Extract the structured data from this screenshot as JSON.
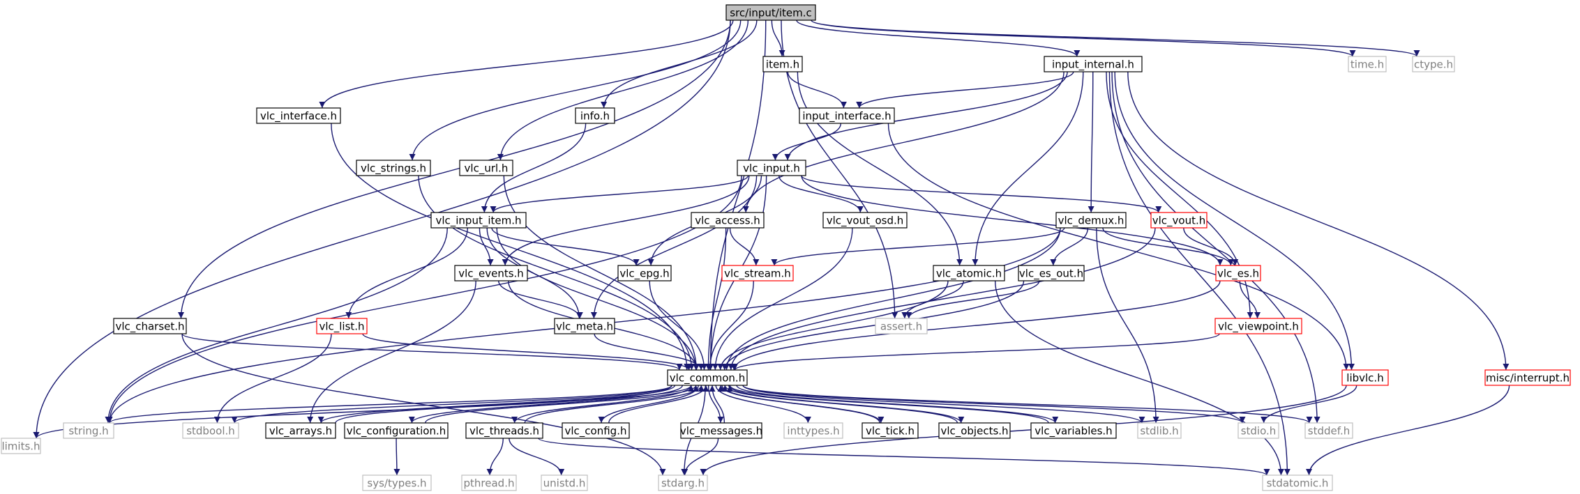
{
  "graph": {
    "nodes": [
      {
        "id": "item_c",
        "label": "src/input/item.c",
        "style": "root"
      },
      {
        "id": "limits_h",
        "label": "limits.h",
        "style": "system"
      },
      {
        "id": "vlc_charset_h",
        "label": "vlc_charset.h",
        "style": "normal"
      },
      {
        "id": "vlc_interface_h",
        "label": "vlc_interface.h",
        "style": "normal"
      },
      {
        "id": "vlc_strings_h",
        "label": "vlc_strings.h",
        "style": "normal"
      },
      {
        "id": "vlc_url_h",
        "label": "vlc_url.h",
        "style": "normal"
      },
      {
        "id": "info_h",
        "label": "info.h",
        "style": "normal"
      },
      {
        "id": "item_h",
        "label": "item.h",
        "style": "normal"
      },
      {
        "id": "input_internal_h",
        "label": "input_internal.h",
        "style": "normal"
      },
      {
        "id": "time_h",
        "label": "time.h",
        "style": "system"
      },
      {
        "id": "ctype_h",
        "label": "ctype.h",
        "style": "system"
      },
      {
        "id": "input_interface_h",
        "label": "input_interface.h",
        "style": "normal"
      },
      {
        "id": "vlc_input_h",
        "label": "vlc_input.h",
        "style": "normal"
      },
      {
        "id": "vlc_input_item_h",
        "label": "vlc_input_item.h",
        "style": "normal"
      },
      {
        "id": "vlc_access_h",
        "label": "vlc_access.h",
        "style": "normal"
      },
      {
        "id": "vlc_vout_osd_h",
        "label": "vlc_vout_osd.h",
        "style": "normal"
      },
      {
        "id": "vlc_demux_h",
        "label": "vlc_demux.h",
        "style": "normal"
      },
      {
        "id": "vlc_vout_h",
        "label": "vlc_vout.h",
        "style": "red"
      },
      {
        "id": "vlc_events_h",
        "label": "vlc_events.h",
        "style": "normal"
      },
      {
        "id": "vlc_epg_h",
        "label": "vlc_epg.h",
        "style": "normal"
      },
      {
        "id": "vlc_stream_h",
        "label": "vlc_stream.h",
        "style": "red"
      },
      {
        "id": "vlc_atomic_h",
        "label": "vlc_atomic.h",
        "style": "normal"
      },
      {
        "id": "vlc_es_out_h",
        "label": "vlc_es_out.h",
        "style": "normal"
      },
      {
        "id": "vlc_es_h",
        "label": "vlc_es.h",
        "style": "red"
      },
      {
        "id": "vlc_list_h",
        "label": "vlc_list.h",
        "style": "red"
      },
      {
        "id": "vlc_meta_h",
        "label": "vlc_meta.h",
        "style": "normal"
      },
      {
        "id": "assert_h",
        "label": "assert.h",
        "style": "system"
      },
      {
        "id": "vlc_viewpoint_h",
        "label": "vlc_viewpoint.h",
        "style": "red"
      },
      {
        "id": "vlc_common_h",
        "label": "vlc_common.h",
        "style": "normal"
      },
      {
        "id": "libvlc_h",
        "label": "libvlc.h",
        "style": "red"
      },
      {
        "id": "misc_interrupt_h",
        "label": "misc/interrupt.h",
        "style": "red"
      },
      {
        "id": "string_h",
        "label": "string.h",
        "style": "system"
      },
      {
        "id": "stdbool_h",
        "label": "stdbool.h",
        "style": "system"
      },
      {
        "id": "vlc_arrays_h",
        "label": "vlc_arrays.h",
        "style": "normal"
      },
      {
        "id": "vlc_configuration_h",
        "label": "vlc_configuration.h",
        "style": "normal"
      },
      {
        "id": "vlc_threads_h",
        "label": "vlc_threads.h",
        "style": "normal"
      },
      {
        "id": "vlc_config_h",
        "label": "vlc_config.h",
        "style": "normal"
      },
      {
        "id": "vlc_messages_h",
        "label": "vlc_messages.h",
        "style": "normal"
      },
      {
        "id": "inttypes_h",
        "label": "inttypes.h",
        "style": "system"
      },
      {
        "id": "vlc_tick_h",
        "label": "vlc_tick.h",
        "style": "normal"
      },
      {
        "id": "vlc_objects_h",
        "label": "vlc_objects.h",
        "style": "normal"
      },
      {
        "id": "vlc_variables_h",
        "label": "vlc_variables.h",
        "style": "normal"
      },
      {
        "id": "stdlib_h",
        "label": "stdlib.h",
        "style": "system"
      },
      {
        "id": "stdio_h",
        "label": "stdio.h",
        "style": "system"
      },
      {
        "id": "stddef_h",
        "label": "stddef.h",
        "style": "system"
      },
      {
        "id": "sys_types_h",
        "label": "sys/types.h",
        "style": "system"
      },
      {
        "id": "pthread_h",
        "label": "pthread.h",
        "style": "system"
      },
      {
        "id": "unistd_h",
        "label": "unistd.h",
        "style": "system"
      },
      {
        "id": "stdarg_h",
        "label": "stdarg.h",
        "style": "system"
      },
      {
        "id": "stdatomic_h",
        "label": "stdatomic.h",
        "style": "system"
      }
    ],
    "edges": [
      [
        "item_c",
        "limits_h"
      ],
      [
        "item_c",
        "vlc_charset_h"
      ],
      [
        "item_c",
        "vlc_interface_h"
      ],
      [
        "item_c",
        "vlc_strings_h"
      ],
      [
        "item_c",
        "vlc_url_h"
      ],
      [
        "item_c",
        "info_h"
      ],
      [
        "item_c",
        "item_h"
      ],
      [
        "item_c",
        "input_internal_h"
      ],
      [
        "item_c",
        "time_h"
      ],
      [
        "item_c",
        "ctype_h"
      ],
      [
        "item_c",
        "assert_h"
      ],
      [
        "item_c",
        "vlc_common_h"
      ],
      [
        "item_h",
        "input_interface_h"
      ],
      [
        "item_h",
        "vlc_atomic_h"
      ],
      [
        "input_internal_h",
        "input_interface_h"
      ],
      [
        "input_internal_h",
        "vlc_input_h"
      ],
      [
        "input_internal_h",
        "vlc_access_h"
      ],
      [
        "input_internal_h",
        "vlc_demux_h"
      ],
      [
        "input_internal_h",
        "vlc_atomic_h"
      ],
      [
        "input_internal_h",
        "vlc_viewpoint_h"
      ],
      [
        "input_internal_h",
        "libvlc_h"
      ],
      [
        "input_internal_h",
        "misc_interrupt_h"
      ],
      [
        "input_internal_h",
        "stddef_h"
      ],
      [
        "input_internal_h",
        "stdatomic_h"
      ],
      [
        "input_interface_h",
        "vlc_input_h"
      ],
      [
        "input_interface_h",
        "libvlc_h"
      ],
      [
        "info_h",
        "vlc_input_item_h"
      ],
      [
        "vlc_input_h",
        "vlc_input_item_h"
      ],
      [
        "vlc_input_h",
        "string_h"
      ],
      [
        "vlc_input_h",
        "vlc_vout_osd_h"
      ],
      [
        "vlc_input_h",
        "vlc_vout_h"
      ],
      [
        "vlc_input_h",
        "vlc_events_h"
      ],
      [
        "vlc_input_h",
        "vlc_epg_h"
      ],
      [
        "vlc_input_h",
        "vlc_meta_h"
      ],
      [
        "vlc_input_h",
        "vlc_common_h"
      ],
      [
        "vlc_input_h",
        "vlc_es_h"
      ],
      [
        "vlc_input_item_h",
        "vlc_list_h"
      ],
      [
        "vlc_input_item_h",
        "vlc_events_h"
      ],
      [
        "vlc_input_item_h",
        "vlc_epg_h"
      ],
      [
        "vlc_input_item_h",
        "vlc_meta_h"
      ],
      [
        "vlc_input_item_h",
        "vlc_common_h"
      ],
      [
        "vlc_input_item_h",
        "string_h"
      ],
      [
        "vlc_access_h",
        "vlc_stream_h"
      ],
      [
        "vlc_access_h",
        "vlc_common_h"
      ],
      [
        "vlc_vout_osd_h",
        "vlc_common_h"
      ],
      [
        "vlc_demux_h",
        "vlc_stream_h"
      ],
      [
        "vlc_demux_h",
        "vlc_es_out_h"
      ],
      [
        "vlc_demux_h",
        "vlc_es_h"
      ],
      [
        "vlc_demux_h",
        "vlc_common_h"
      ],
      [
        "vlc_demux_h",
        "stdlib_h"
      ],
      [
        "vlc_demux_h",
        "string_h"
      ],
      [
        "vlc_vout_h",
        "vlc_es_h"
      ],
      [
        "vlc_vout_h",
        "vlc_common_h"
      ],
      [
        "vlc_events_h",
        "vlc_meta_h"
      ],
      [
        "vlc_events_h",
        "vlc_common_h"
      ],
      [
        "vlc_events_h",
        "vlc_arrays_h"
      ],
      [
        "vlc_epg_h",
        "vlc_common_h"
      ],
      [
        "vlc_stream_h",
        "vlc_common_h"
      ],
      [
        "vlc_atomic_h",
        "assert_h"
      ],
      [
        "vlc_atomic_h",
        "vlc_common_h"
      ],
      [
        "vlc_atomic_h",
        "stdatomic_h"
      ],
      [
        "vlc_es_out_h",
        "vlc_common_h"
      ],
      [
        "vlc_es_out_h",
        "assert_h"
      ],
      [
        "vlc_es_h",
        "vlc_viewpoint_h"
      ],
      [
        "vlc_es_h",
        "vlc_common_h"
      ],
      [
        "vlc_viewpoint_h",
        "vlc_common_h"
      ],
      [
        "vlc_list_h",
        "stdbool_h"
      ],
      [
        "vlc_list_h",
        "vlc_common_h"
      ],
      [
        "vlc_meta_h",
        "vlc_common_h"
      ],
      [
        "vlc_interface_h",
        "vlc_common_h"
      ],
      [
        "vlc_strings_h",
        "vlc_common_h"
      ],
      [
        "vlc_url_h",
        "vlc_common_h"
      ],
      [
        "vlc_charset_h",
        "vlc_common_h"
      ],
      [
        "vlc_charset_h",
        "stdarg_h"
      ],
      [
        "libvlc_h",
        "stdio_h"
      ],
      [
        "libvlc_h",
        "stdarg_h"
      ],
      [
        "misc_interrupt_h",
        "stdatomic_h"
      ],
      [
        "vlc_common_h",
        "limits_h"
      ],
      [
        "vlc_common_h",
        "string_h"
      ],
      [
        "vlc_common_h",
        "stdbool_h"
      ],
      [
        "vlc_common_h",
        "vlc_arrays_h"
      ],
      [
        "vlc_common_h",
        "vlc_configuration_h"
      ],
      [
        "vlc_common_h",
        "vlc_threads_h"
      ],
      [
        "vlc_common_h",
        "vlc_config_h"
      ],
      [
        "vlc_common_h",
        "vlc_messages_h"
      ],
      [
        "vlc_common_h",
        "inttypes_h"
      ],
      [
        "vlc_common_h",
        "vlc_tick_h"
      ],
      [
        "vlc_common_h",
        "vlc_objects_h"
      ],
      [
        "vlc_common_h",
        "vlc_variables_h"
      ],
      [
        "vlc_common_h",
        "stdlib_h"
      ],
      [
        "vlc_common_h",
        "stdio_h"
      ],
      [
        "vlc_common_h",
        "stddef_h"
      ],
      [
        "vlc_common_h",
        "stdarg_h"
      ],
      [
        "vlc_arrays_h",
        "vlc_common_h"
      ],
      [
        "vlc_configuration_h",
        "vlc_common_h"
      ],
      [
        "vlc_threads_h",
        "vlc_common_h"
      ],
      [
        "vlc_config_h",
        "vlc_common_h"
      ],
      [
        "vlc_messages_h",
        "vlc_common_h"
      ],
      [
        "vlc_tick_h",
        "vlc_common_h"
      ],
      [
        "vlc_objects_h",
        "vlc_common_h"
      ],
      [
        "vlc_variables_h",
        "vlc_common_h"
      ],
      [
        "vlc_configuration_h",
        "sys_types_h"
      ],
      [
        "vlc_threads_h",
        "pthread_h"
      ],
      [
        "vlc_threads_h",
        "unistd_h"
      ],
      [
        "vlc_threads_h",
        "stdatomic_h"
      ],
      [
        "vlc_messages_h",
        "stdarg_h"
      ]
    ]
  },
  "colors": {
    "root_fill": "#bfbfbf",
    "normal_border": "#000000",
    "red_border": "#ff0000",
    "system_border": "#bfbfbf",
    "system_text": "#7f7f7f",
    "edge": "#191970"
  }
}
